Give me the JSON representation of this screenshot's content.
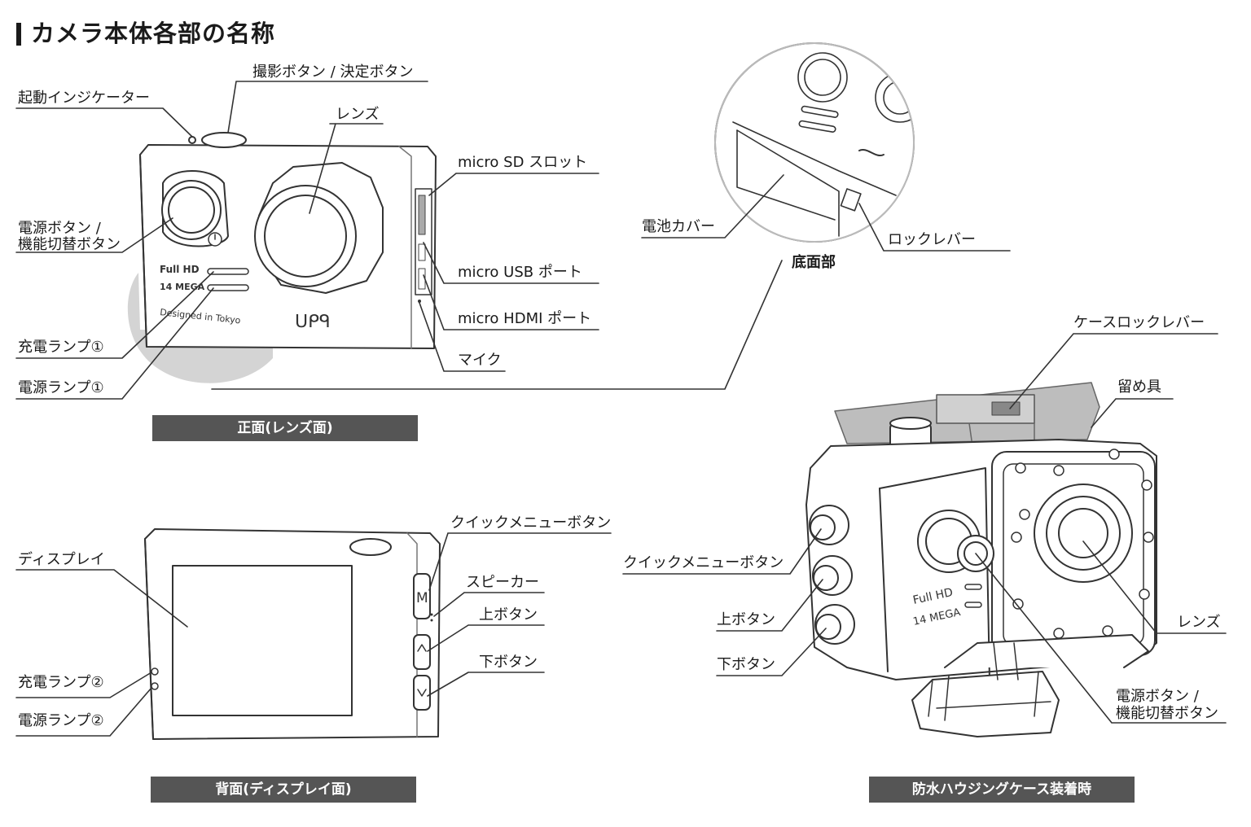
{
  "title": "カメラ本体各部の名称",
  "front": {
    "caption": "正面(レンズ面)",
    "labels": {
      "indicator": "起動インジケーター",
      "shutter": "撮影ボタン / 決定ボタン",
      "lens": "レンズ",
      "sd_slot": "micro SD スロット",
      "power_line1": "電源ボタン /",
      "power_line2": "機能切替ボタン",
      "usb": "micro USB ポート",
      "hdmi": "micro HDMI ポート",
      "mic": "マイク",
      "charge_lamp": "充電ランプ①",
      "power_lamp": "電源ランプ①"
    },
    "print": {
      "full_hd": "Full HD",
      "mega": "14 MEGA",
      "designed": "Designed in Tokyo",
      "brand": "ᑌᑭᑫ"
    }
  },
  "bottom": {
    "caption": "底面部",
    "labels": {
      "battery_cover": "電池カバー",
      "lock_lever": "ロックレバー"
    }
  },
  "back": {
    "caption": "背面(ディスプレイ面)",
    "labels": {
      "display": "ディスプレイ",
      "quick_menu": "クイックメニューボタン",
      "speaker": "スピーカー",
      "up": "上ボタン",
      "down": "下ボタン",
      "charge_lamp": "充電ランプ②",
      "power_lamp": "電源ランプ②"
    },
    "print": {
      "m_key": "M"
    }
  },
  "housing": {
    "caption": "防水ハウジングケース装着時",
    "labels": {
      "case_lock": "ケースロックレバー",
      "clasp": "留め具",
      "quick_menu": "クイックメニューボタン",
      "up": "上ボタン",
      "down": "下ボタン",
      "lens": "レンズ",
      "power_line1": "電源ボタン /",
      "power_line2": "機能切替ボタン"
    },
    "print": {
      "full_hd": "Full HD",
      "mega": "14 MEGA"
    }
  }
}
